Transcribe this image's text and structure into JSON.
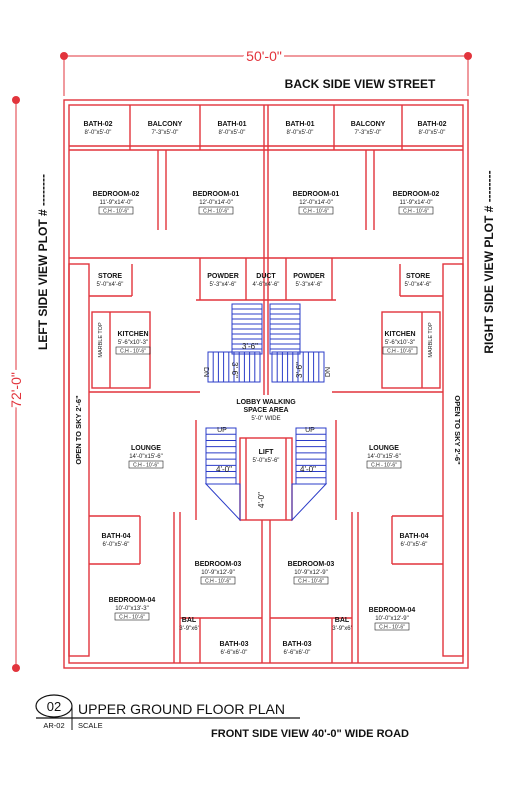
{
  "dims": {
    "top": "50'-0\"",
    "left": "72'-0\""
  },
  "streets": {
    "back": "BACK SIDE VIEW STREET",
    "front": "FRONT SIDE VIEW 40'-0\" WIDE ROAD",
    "left": "LEFT SIDE VIEW PLOT # --------",
    "right": "RIGHT SIDE VIEW PLOT # --------"
  },
  "title": {
    "number": "02",
    "text": "UPPER GROUND FLOOR PLAN",
    "sheet": "AR-02",
    "scale": "SCALE"
  },
  "rooms": {
    "bath02_l": {
      "name": "BATH-02",
      "size": "8'-0\"x5'-0\""
    },
    "balcony_l": {
      "name": "BALCONY",
      "size": "7'-3\"x5'-0\""
    },
    "bath01_l": {
      "name": "BATH-01",
      "size": "8'-0\"x5'-0\""
    },
    "bath01_r": {
      "name": "BATH-01",
      "size": "8'-0\"x5'-0\""
    },
    "balcony_r": {
      "name": "BALCONY",
      "size": "7'-3\"x5'-0\""
    },
    "bath02_r": {
      "name": "BATH-02",
      "size": "8'-0\"x5'-0\""
    },
    "bed02_l": {
      "name": "BEDROOM-02",
      "size": "11'-9\"x14'-0\"",
      "ch": "C.H - 10'-6\""
    },
    "bed01_l": {
      "name": "BEDROOM-01",
      "size": "12'-0\"x14'-0\"",
      "ch": "C.H - 10'-6\""
    },
    "bed01_r": {
      "name": "BEDROOM-01",
      "size": "12'-0\"x14'-0\"",
      "ch": "C.H - 10'-6\""
    },
    "bed02_r": {
      "name": "BEDROOM-02",
      "size": "11'-9\"x14'-0\"",
      "ch": "C.H - 10'-6\""
    },
    "store_l": {
      "name": "STORE",
      "size": "5'-0\"x4'-6\""
    },
    "powder_l": {
      "name": "POWDER",
      "size": "5'-3\"x4'-6\""
    },
    "duct": {
      "name": "DUCT",
      "size": "4'-6\"x4'-6\""
    },
    "powder_r": {
      "name": "POWDER",
      "size": "5'-3\"x4'-6\""
    },
    "store_r": {
      "name": "STORE",
      "size": "5'-0\"x4'-6\""
    },
    "kitchen_l": {
      "name": "KITCHEN",
      "size": "5'-6\"x10'-3\"",
      "ch": "C.H - 10'-6\""
    },
    "kitchen_r": {
      "name": "KITCHEN",
      "size": "5'-6\"x10'-3\"",
      "ch": "C.H - 10'-6\""
    },
    "lobby": {
      "name1": "LOBBY WALKING",
      "name2": "SPACE AREA",
      "size": "5'-0\" WIDE"
    },
    "lift": {
      "name": "LIFT",
      "size": "5'-0\"x5'-6\""
    },
    "lounge_l": {
      "name": "LOUNGE",
      "size": "14'-0\"x15'-6\"",
      "ch": "C.H - 10'-6\""
    },
    "lounge_r": {
      "name": "LOUNGE",
      "size": "14'-0\"x15'-6\"",
      "ch": "C.H - 10'-6\""
    },
    "bath04_l": {
      "name": "BATH-04",
      "size": "6'-0\"x5'-6\""
    },
    "bath04_r": {
      "name": "BATH-04",
      "size": "6'-0\"x5'-6\""
    },
    "bed03_l": {
      "name": "BEDROOM-03",
      "size": "10'-9\"x12'-9\"",
      "ch": "C.H - 10'-6\""
    },
    "bed03_r": {
      "name": "BEDROOM-03",
      "size": "10'-9\"x12'-9\"",
      "ch": "C.H - 10'-6\""
    },
    "bed04_l": {
      "name": "BEDROOM-04",
      "size": "10'-0\"x13'-3\"",
      "ch": "C.H - 10'-6\""
    },
    "bed04_r": {
      "name": "BEDROOM-04",
      "size": "10'-0\"x12'-9\"",
      "ch": "C.H - 10'-6\""
    },
    "bal_l": {
      "name": "BAL",
      "size": "3'-9\"x6'"
    },
    "bal_r": {
      "name": "BAL",
      "size": "3'-9\"x6'"
    },
    "bath03_l": {
      "name": "BATH-03",
      "size": "6'-6\"x6'-0\""
    },
    "bath03_r": {
      "name": "BATH-03",
      "size": "6'-6\"x6'-0\""
    }
  },
  "labels": {
    "open_sky": "OPEN TO SKY 2'-6\"",
    "marble_top": "MARBLE TOP",
    "stair_w": "3'-6\"",
    "lift_w": "4'-0\"",
    "up": "UP",
    "dn": "DN"
  },
  "colors": {
    "wall": "#e2343c",
    "stair": "#2b3cc8",
    "text": "#111111"
  }
}
